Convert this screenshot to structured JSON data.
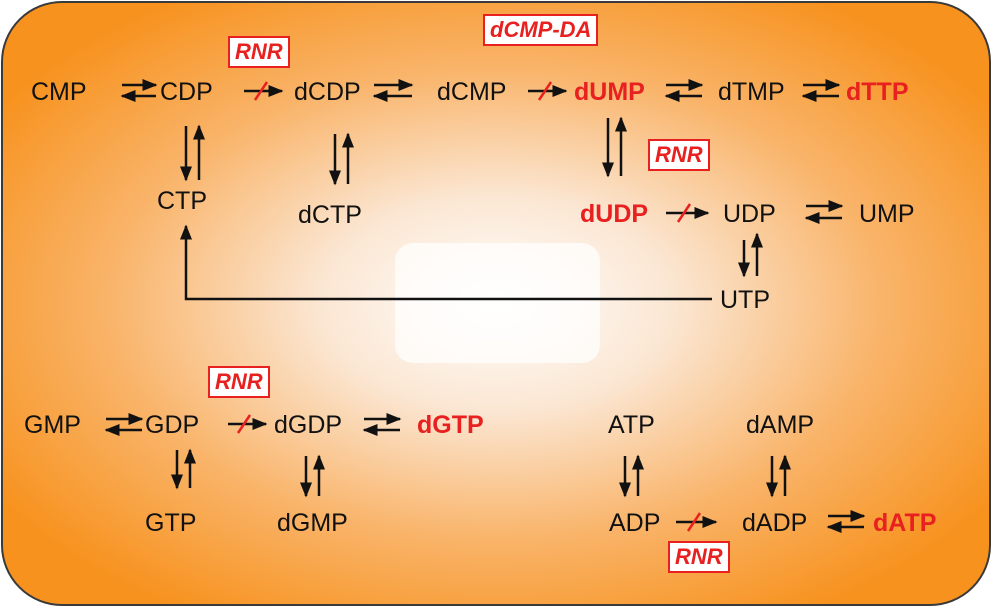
{
  "metabolites": {
    "cmp": "CMP",
    "cdp": "CDP",
    "dcdp": "dCDP",
    "dcmp": "dCMP",
    "dump": "dUMP",
    "dtmp": "dTMP",
    "dttp": "dTTP",
    "ctp": "CTP",
    "dctp": "dCTP",
    "dudp": "dUDP",
    "udp": "UDP",
    "ump": "UMP",
    "utp": "UTP",
    "gmp": "GMP",
    "gdp": "GDP",
    "dgdp": "dGDP",
    "dgtp": "dGTP",
    "gtp": "GTP",
    "dgmp": "dGMP",
    "atp": "ATP",
    "damp": "dAMP",
    "adp": "ADP",
    "dadp": "dADP",
    "datp": "dATP"
  },
  "enzymes": {
    "rnr_cdp": "RNR",
    "dcmp_da": "dCMP-DA",
    "rnr_udp": "RNR",
    "rnr_gdp": "RNR",
    "rnr_adp": "RNR"
  },
  "colors": {
    "background_outer": "#f7921e",
    "background_inner": "#ffffff",
    "highlight": "#e8201f",
    "arrow": "#111111"
  }
}
